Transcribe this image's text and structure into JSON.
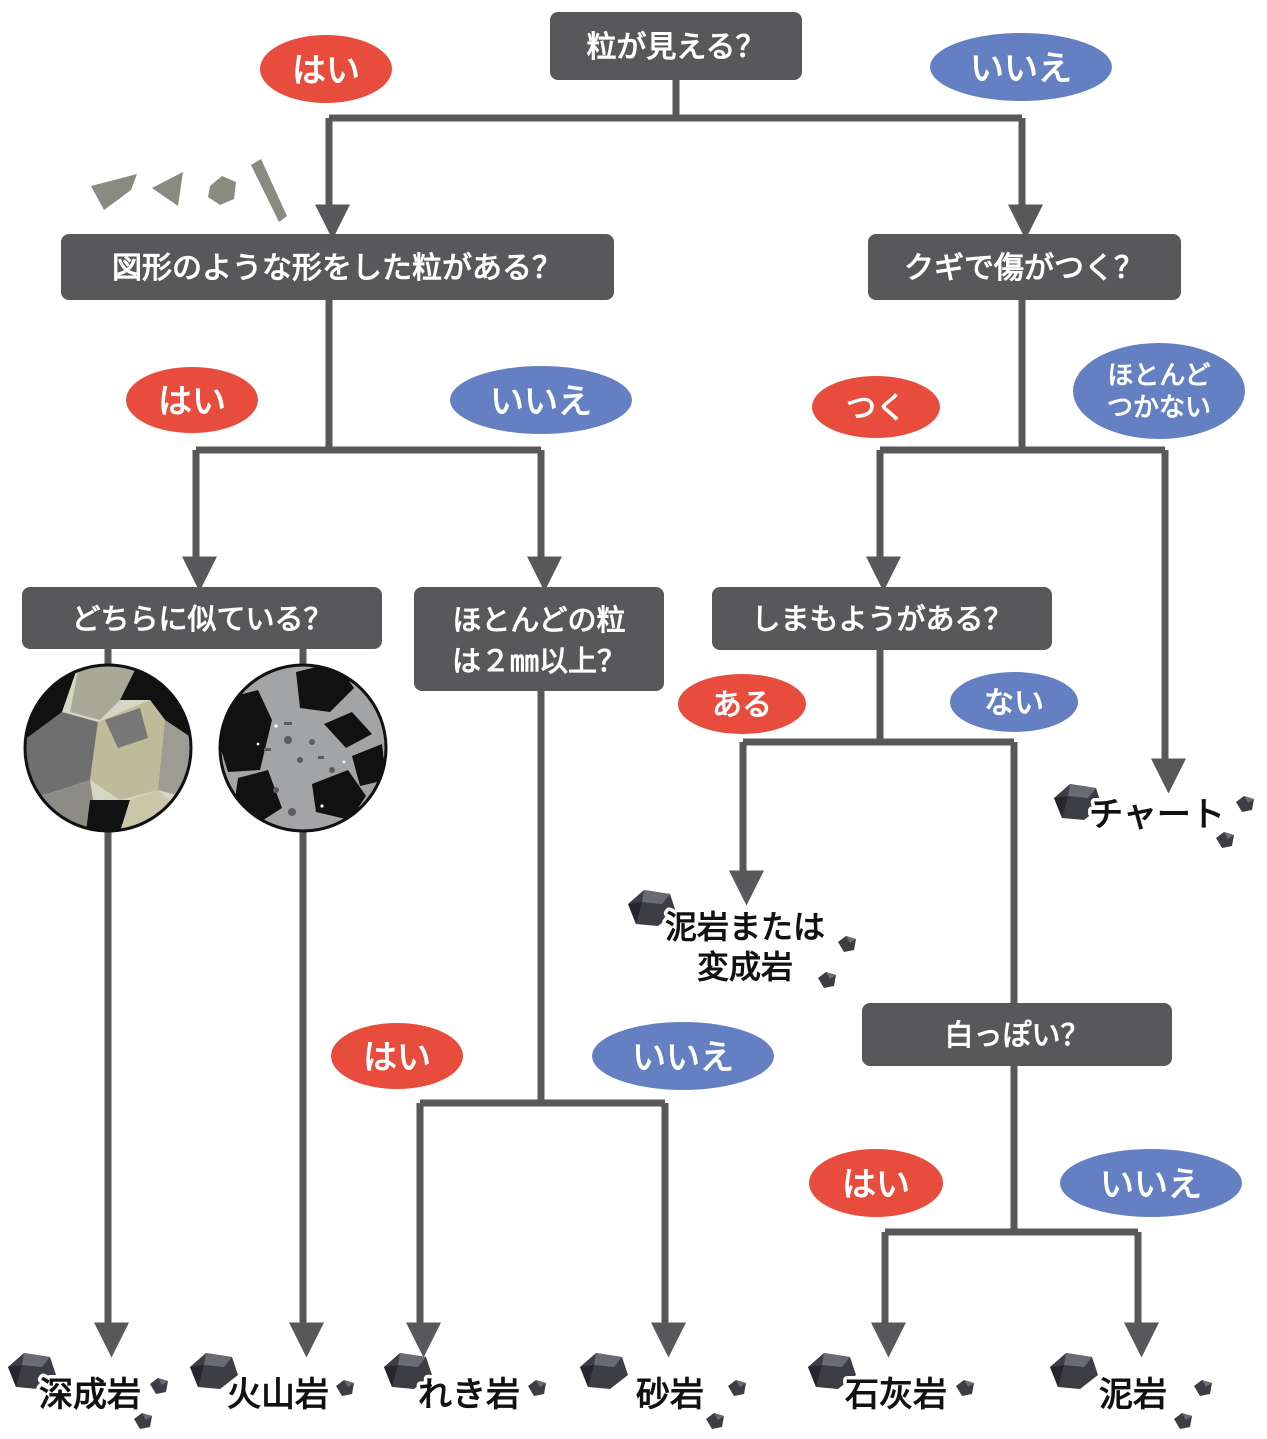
{
  "questions": {
    "q1": "粒が見える？",
    "q2": "図形のような形をした粒がある？",
    "q3": "クギで傷がつく？",
    "q4": "どちらに似ている？",
    "q5_line1": "ほとんどの粒",
    "q5_line2": "は２㎜以上？",
    "q6": "しまもようがある？",
    "q7": "白っぽい？"
  },
  "answers": {
    "q1_yes": "はい",
    "q1_no": "いいえ",
    "q2_yes": "はい",
    "q2_no": "いいえ",
    "q3_yes": "つく",
    "q3_no_line1": "ほとんど",
    "q3_no_line2": "つかない",
    "q5_yes": "はい",
    "q5_no": "いいえ",
    "q6_yes": "ある",
    "q6_no": "ない",
    "q7_yes": "はい",
    "q7_no": "いいえ"
  },
  "results": {
    "shinseigan": "深成岩",
    "kazangan": "火山岩",
    "rekigan": "れき岩",
    "sagan": "砂岩",
    "dei_line1": "泥岩または",
    "dei_line2": "変成岩",
    "chert": "チャート",
    "sekkaigan": "石灰岩",
    "deigan": "泥岩"
  },
  "colors": {
    "node_fill": "#58585a",
    "line": "#58585a",
    "yes_pill": "#e84c3d",
    "no_pill": "#6580c2",
    "text_on_node": "#ffffff",
    "result_text": "#111111"
  },
  "icons": [
    "rock-icon",
    "grain-shapes-icon",
    "plutonic-texture-icon",
    "volcanic-texture-icon"
  ]
}
